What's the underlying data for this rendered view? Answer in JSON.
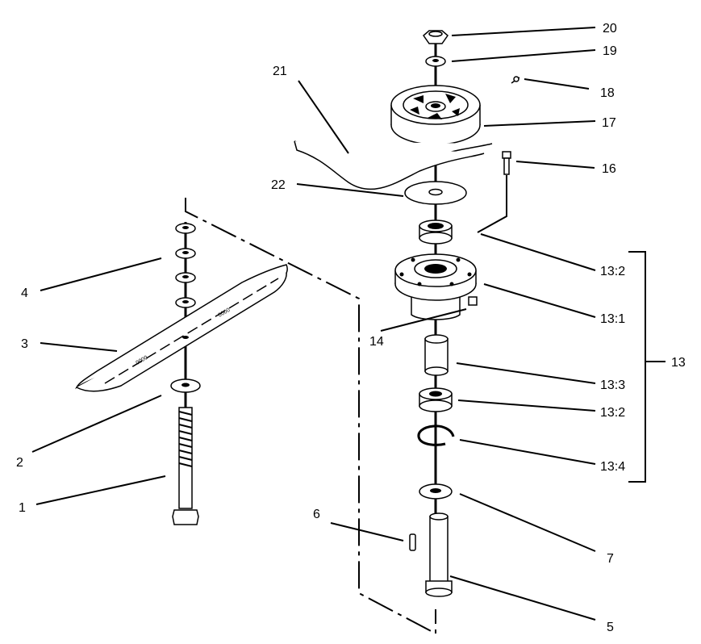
{
  "callouts": {
    "c1": "1",
    "c2": "2",
    "c3": "3",
    "c4": "4",
    "c5": "5",
    "c6": "6",
    "c7": "7",
    "c13": "13",
    "c13_1": "13:1",
    "c13_2a": "13:2",
    "c13_2b": "13:2",
    "c13_3": "13:3",
    "c13_4": "13:4",
    "c14": "14",
    "c16": "16",
    "c17": "17",
    "c18": "18",
    "c19": "19",
    "c20": "20",
    "c21": "21",
    "c22": "22"
  },
  "blade_stamp": "0000"
}
